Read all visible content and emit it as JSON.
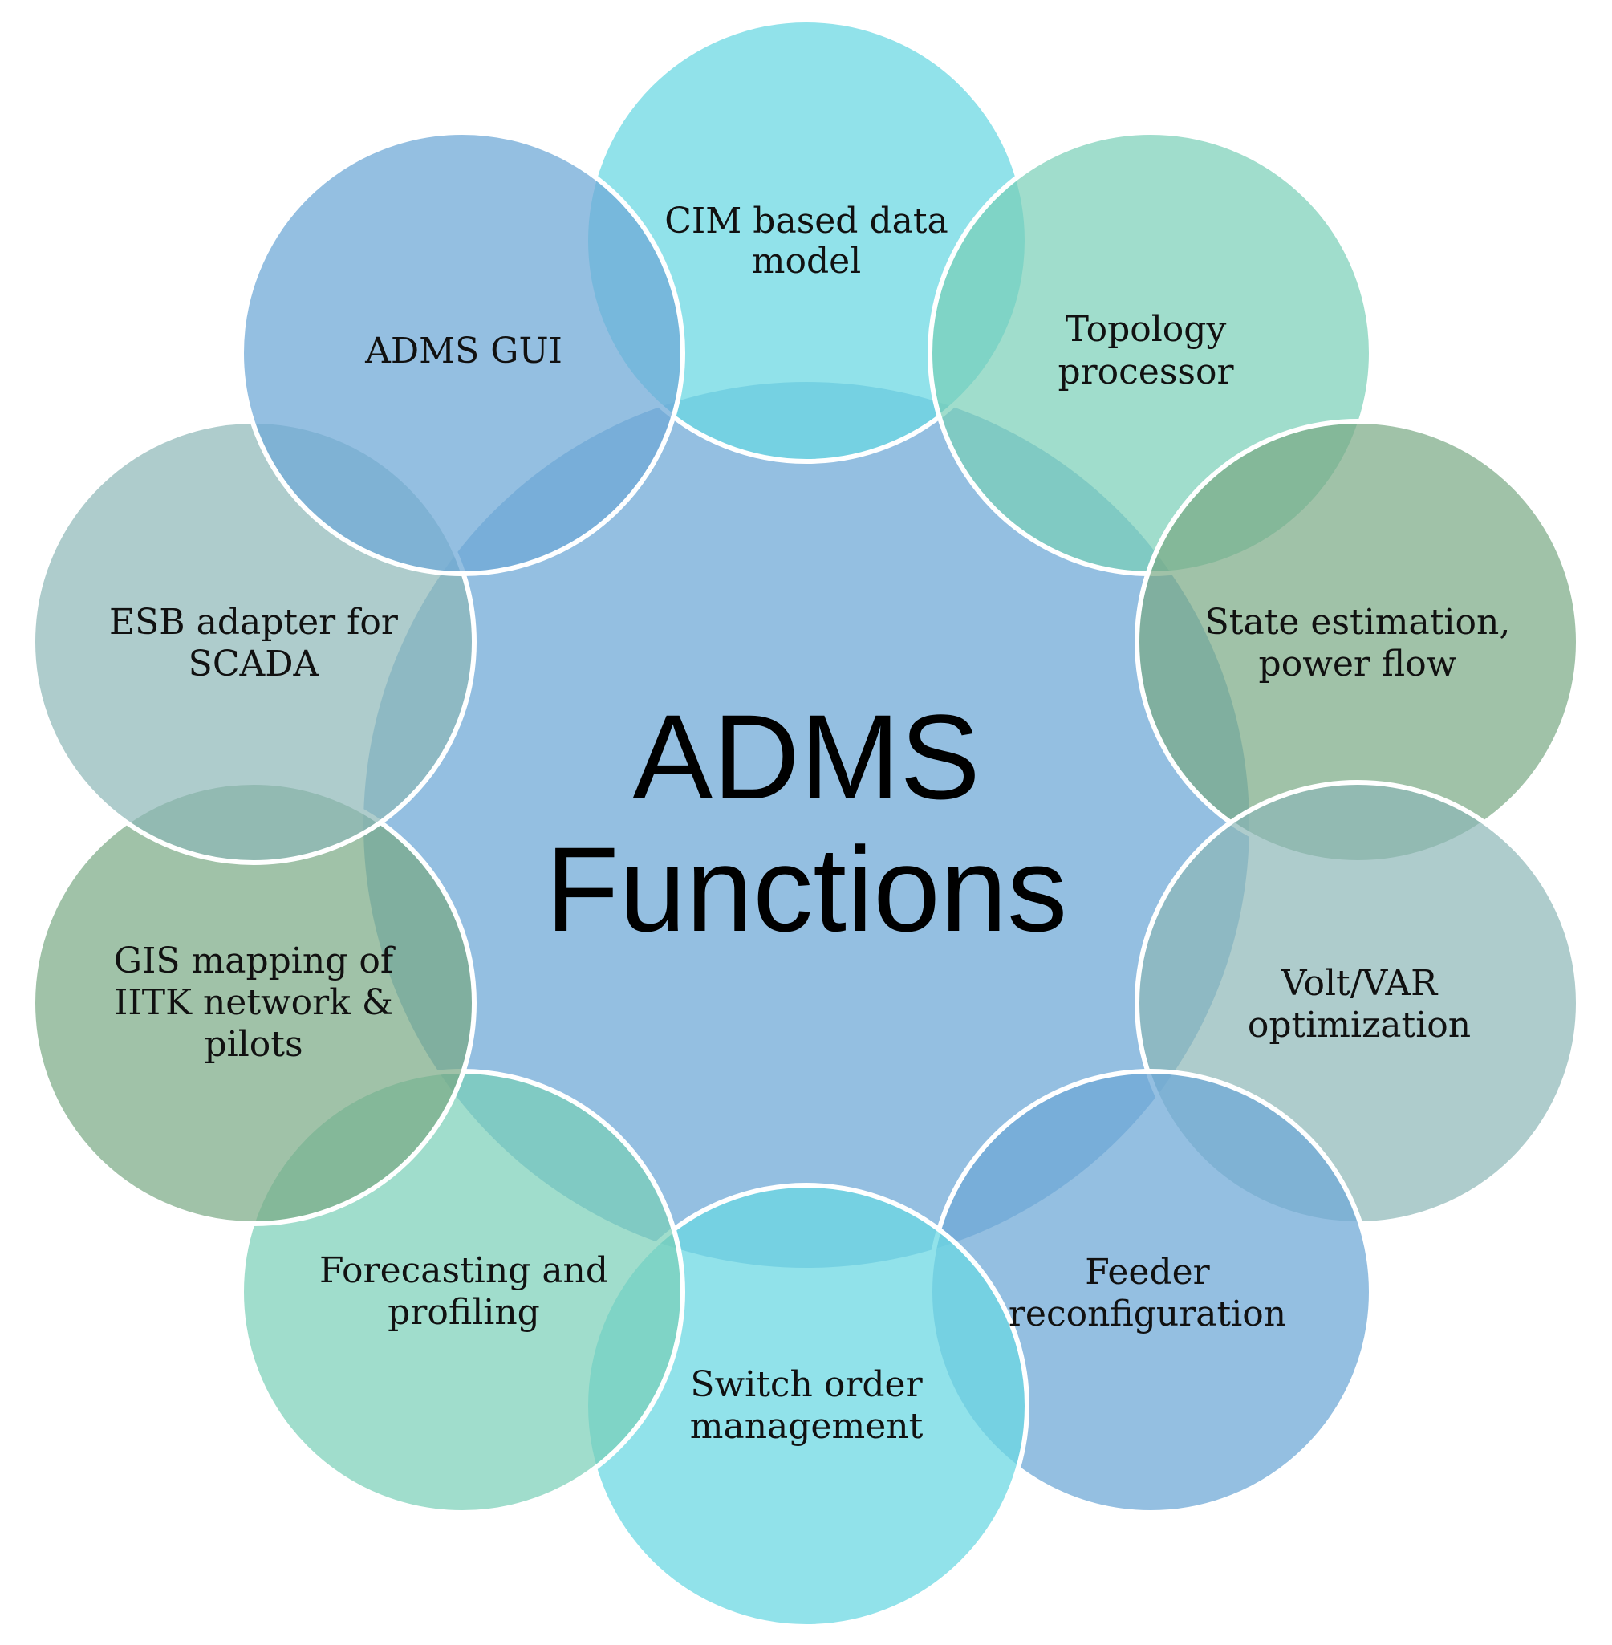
{
  "center": {
    "title_line1": "ADMS",
    "title_line2": "Functions",
    "color": "#6fa8d6"
  },
  "nodes": [
    {
      "id": "cim",
      "lines": [
        "CIM based data",
        "model"
      ],
      "color": "#6ad8e2",
      "icon": ""
    },
    {
      "id": "topology",
      "lines": [
        "Topology",
        "processor"
      ],
      "color": "#78cfb6",
      "icon": ""
    },
    {
      "id": "state",
      "lines": [
        "State estimation,",
        "power flow"
      ],
      "color": "#78a883",
      "icon": ""
    },
    {
      "id": "voltvar",
      "lines": [
        "Volt/VAR",
        "optimization"
      ],
      "color": "#8bb6b6",
      "icon": ""
    },
    {
      "id": "feeder",
      "lines": [
        "Feeder",
        "reconfiguration"
      ],
      "color": "#6fa8d6",
      "icon": ""
    },
    {
      "id": "switch",
      "lines": [
        "Switch order",
        "management"
      ],
      "color": "#6ad8e2",
      "icon": ""
    },
    {
      "id": "forecast",
      "lines": [
        "Forecasting and",
        "profiling"
      ],
      "color": "#78cfb6",
      "icon": ""
    },
    {
      "id": "gis",
      "lines": [
        "GIS mapping of",
        "IITK network &",
        "pilots"
      ],
      "color": "#78a883",
      "icon": ""
    },
    {
      "id": "esb",
      "lines": [
        "ESB adapter for",
        "SCADA"
      ],
      "color": "#8bb6b6",
      "icon": ""
    },
    {
      "id": "gui",
      "lines": [
        "ADMS GUI"
      ],
      "color": "#6fa8d6",
      "icon": ""
    }
  ]
}
